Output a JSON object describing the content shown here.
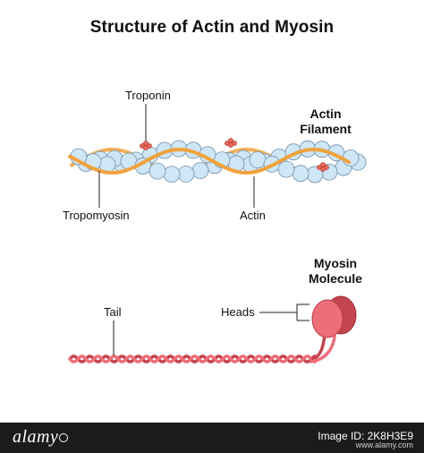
{
  "title": "Structure of Actin and Myosin",
  "actin_section": {
    "header_line1": "Actin",
    "header_line2": "Filament",
    "labels": {
      "troponin": "Troponin",
      "tropomyosin": "Tropomyosin",
      "actin": "Actin"
    }
  },
  "myosin_section": {
    "header_line1": "Myosin",
    "header_line2": "Molecule",
    "labels": {
      "tail": "Tail",
      "heads": "Heads"
    }
  },
  "colors": {
    "actin_bead": "#cfe6f7",
    "actin_bead_stroke": "#6e8fa8",
    "tropomyosin": "#f0a23c",
    "troponin": "#e86a5c",
    "myosin": "#ee6e78",
    "myosin_dark": "#c2454f"
  },
  "footer": {
    "brand": "alamy",
    "image_id": "Image ID: 2K8H3E9",
    "url": "www.alamy.com"
  }
}
